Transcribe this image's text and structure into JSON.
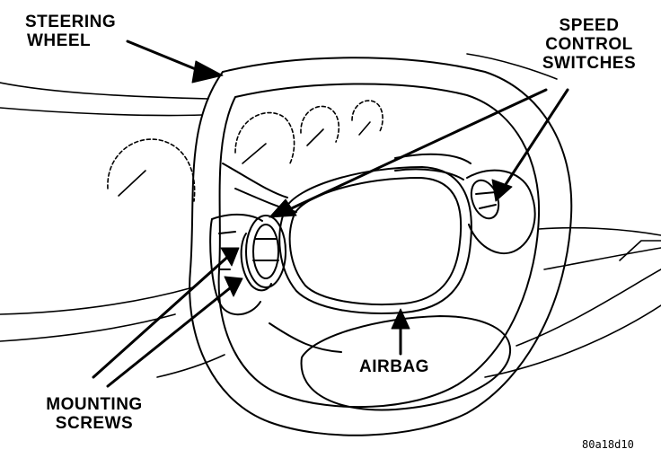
{
  "labels": {
    "steering_wheel": [
      "STEERING",
      "WHEEL"
    ],
    "speed_control": [
      "SPEED",
      "CONTROL",
      "SWITCHES"
    ],
    "mounting_screws": [
      "MOUNTING",
      "SCREWS"
    ],
    "airbag": "AIRBAG"
  },
  "figure_code": "80a18d10",
  "colors": {
    "ink": "#000000",
    "paper": "#ffffff"
  }
}
